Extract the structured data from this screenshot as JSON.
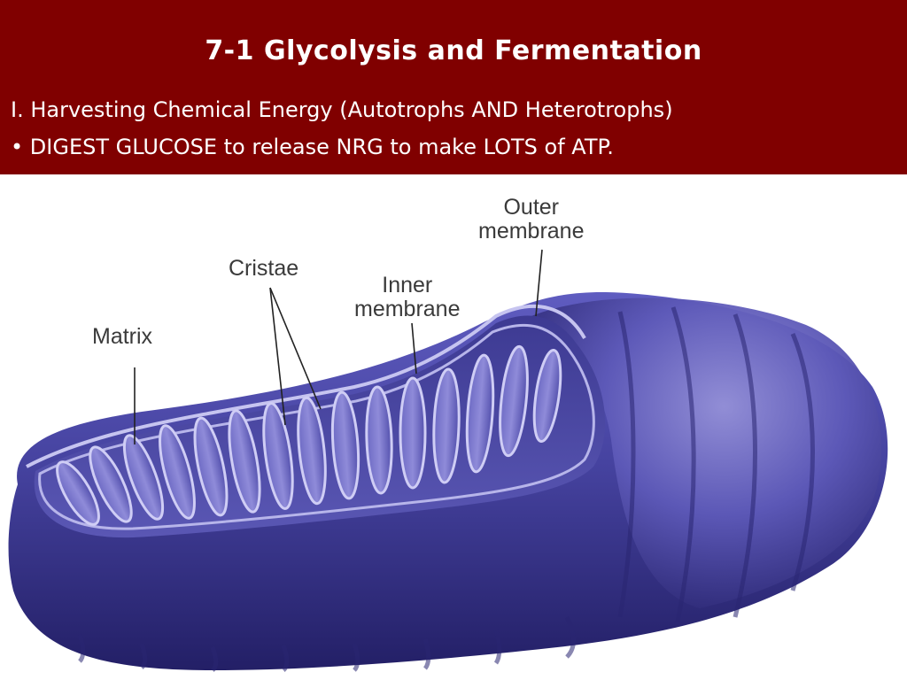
{
  "slide": {
    "title": "7-1 Glycolysis and Fermentation",
    "line1": "I. Harvesting Chemical Energy (Autotrophs AND Heterotrophs)",
    "line2": "• DIGEST GLUCOSE to release NRG to make LOTS of ATP."
  },
  "diagram": {
    "labels": {
      "matrix": "Matrix",
      "cristae": "Cristae",
      "inner": [
        "Inner",
        "membrane"
      ],
      "outer": [
        "Outer",
        "membrane"
      ]
    }
  },
  "colors": {
    "header": "#800000",
    "header_text": "#ffffff",
    "organelle_dark": "#2d2a7a",
    "organelle_mid": "#4c4aa8",
    "organelle_light": "#8a86d0",
    "membrane_line": "#b7b5ea",
    "label_text": "#3a3a3a"
  }
}
